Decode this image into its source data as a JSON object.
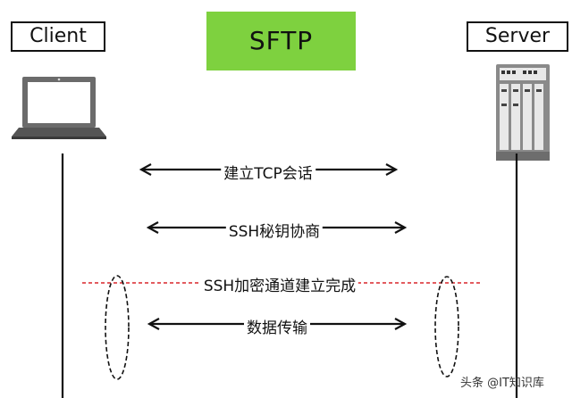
{
  "header": {
    "client_label": "Client",
    "protocol_label": "SFTP",
    "server_label": "Server"
  },
  "steps": [
    {
      "label": "建立TCP会话",
      "arrow": "bidirectional"
    },
    {
      "label": "SSH秘钥协商",
      "arrow": "bidirectional"
    },
    {
      "label": "SSH加密通道建立完成",
      "arrow": "none",
      "line_style": "red-dashed"
    },
    {
      "label": "数据传输",
      "arrow": "bidirectional"
    }
  ],
  "icons": {
    "client": "laptop-icon",
    "server": "server-rack-icon"
  },
  "colors": {
    "protocol_box": "#7ed13f",
    "channel_line": "#d9262c"
  },
  "watermark": "头条 @IT知识库"
}
